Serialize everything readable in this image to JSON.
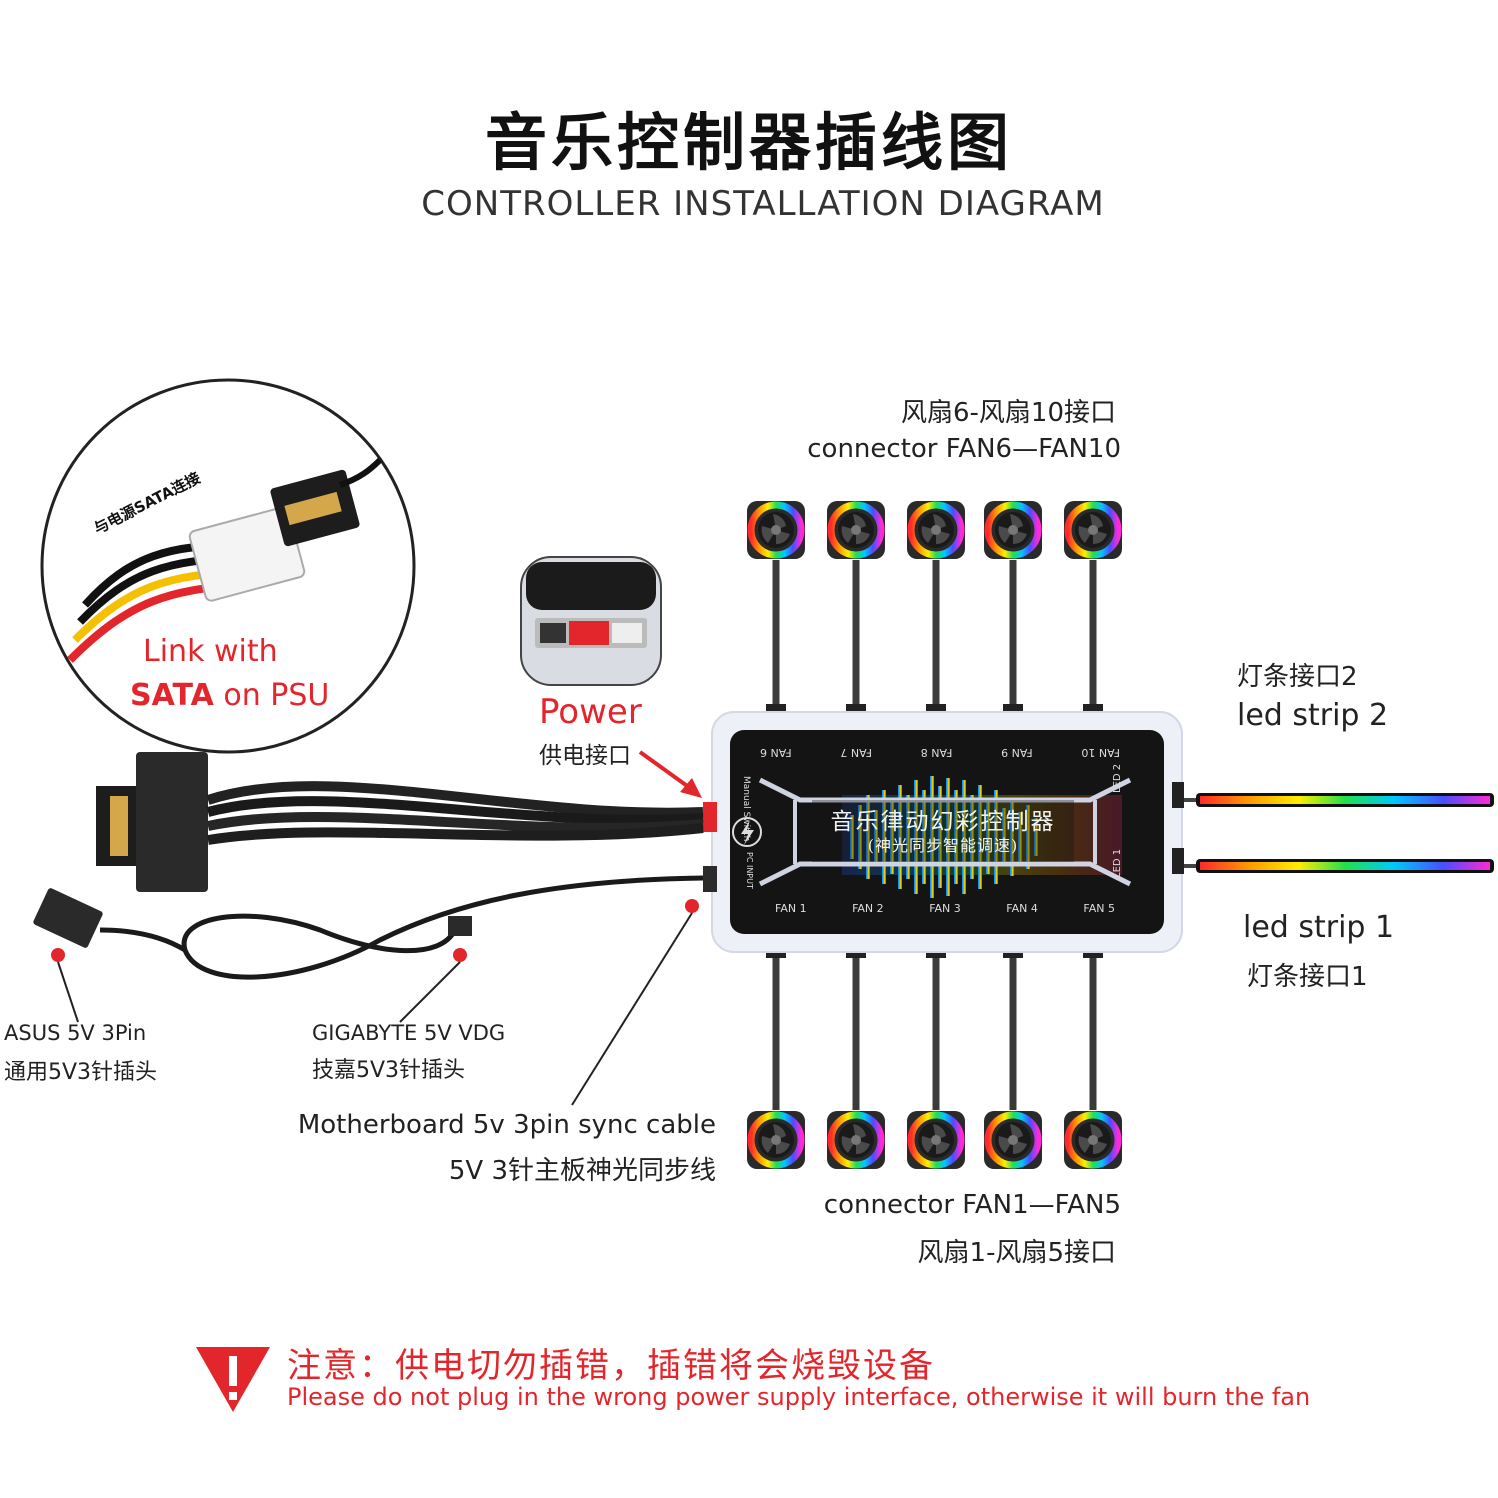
{
  "header": {
    "title_cn": "音乐控制器插线图",
    "title_en": "CONTROLLER INSTALLATION DIAGRAM"
  },
  "fans_top": {
    "label_cn": "风扇6-风扇10接口",
    "label_en": "connector  FAN6—FAN10"
  },
  "fans_bottom": {
    "label_en": "connector  FAN1—FAN5",
    "label_cn": "风扇1-风扇5接口"
  },
  "led_strip_2": {
    "label_cn": "灯条接口2",
    "label_en": "led strip 2"
  },
  "led_strip_1": {
    "label_en": "led strip 1",
    "label_cn": "灯条接口1"
  },
  "sata_inset": {
    "tag_cn": "与电源SATA连接",
    "link_line1": "Link with",
    "link_line2_red": "SATA",
    "link_line2_rest": " on PSU"
  },
  "power": {
    "label_en": "Power",
    "label_cn": "供电接口"
  },
  "asus": {
    "line1": "ASUS 5V 3Pin",
    "line2": "通用5V3针插头"
  },
  "gigabyte": {
    "line1": "GIGABYTE 5V  VDG",
    "line2": "技嘉5V3针插头"
  },
  "sync_cable": {
    "line1": "Motherboard 5v 3pin sync cable",
    "line2": "5V 3针主板神光同步线"
  },
  "controller": {
    "name_cn": "音乐律动幻彩控制器",
    "sub_cn": "(神光同步智能调速)",
    "top_ports": [
      "FAN 10",
      "FAN 9",
      "FAN 8",
      "FAN 7",
      "FAN 6"
    ],
    "bottom_ports": [
      "FAN 1",
      "FAN 2",
      "FAN 3",
      "FAN 4",
      "FAN 5"
    ],
    "led2": "LED 2",
    "led1": "LED 1",
    "manual_switch": "Manual Switch",
    "pc_input": "PC INPUT"
  },
  "warning": {
    "cn": "注意：供电切勿插错，插错将会烧毁设备",
    "en": "Please do not plug in the wrong power supply interface, otherwise it will burn the fan"
  },
  "colors": {
    "accent_red": "#e3262b",
    "controller_bg": "#141414"
  }
}
